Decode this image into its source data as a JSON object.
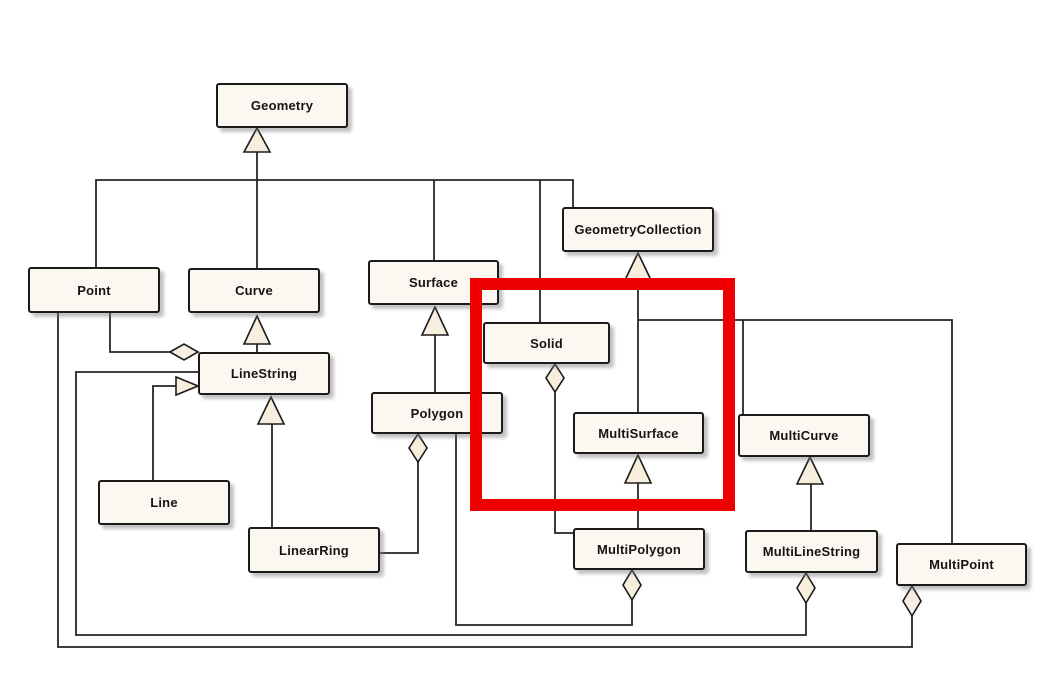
{
  "diagram": {
    "kind": "uml-class-diagram",
    "subject": "Geometry type hierarchy",
    "nodes": {
      "geometry": "Geometry",
      "geometry_collection": "GeometryCollection",
      "point": "Point",
      "curve": "Curve",
      "surface": "Surface",
      "solid": "Solid",
      "linestring": "LineString",
      "polygon": "Polygon",
      "multisurface": "MultiSurface",
      "multicurve": "MultiCurve",
      "line": "Line",
      "linearring": "LinearRing",
      "multipolygon": "MultiPolygon",
      "multilinestring": "MultiLineString",
      "multipoint": "MultiPoint"
    },
    "relations": [
      {
        "from": "Point",
        "to": "Geometry",
        "type": "generalization"
      },
      {
        "from": "Curve",
        "to": "Geometry",
        "type": "generalization"
      },
      {
        "from": "Surface",
        "to": "Geometry",
        "type": "generalization"
      },
      {
        "from": "Solid",
        "to": "Geometry",
        "type": "generalization"
      },
      {
        "from": "GeometryCollection",
        "to": "Geometry",
        "type": "generalization"
      },
      {
        "from": "LineString",
        "to": "Curve",
        "type": "generalization"
      },
      {
        "from": "Line",
        "to": "LineString",
        "type": "generalization"
      },
      {
        "from": "LinearRing",
        "to": "LineString",
        "type": "generalization"
      },
      {
        "from": "Polygon",
        "to": "Surface",
        "type": "generalization"
      },
      {
        "from": "MultiSurface",
        "to": "GeometryCollection",
        "type": "generalization"
      },
      {
        "from": "MultiCurve",
        "to": "GeometryCollection",
        "type": "generalization"
      },
      {
        "from": "MultiPoint",
        "to": "GeometryCollection",
        "type": "generalization"
      },
      {
        "from": "MultiPolygon",
        "to": "MultiSurface",
        "type": "generalization"
      },
      {
        "from": "MultiLineString",
        "to": "MultiCurve",
        "type": "generalization"
      },
      {
        "from": "Point",
        "to": "LineString",
        "type": "aggregation"
      },
      {
        "from": "LinearRing",
        "to": "Polygon",
        "type": "aggregation"
      },
      {
        "from": "MultiPolygon",
        "to": "Solid",
        "type": "aggregation"
      },
      {
        "from": "Polygon",
        "to": "MultiPolygon",
        "type": "aggregation"
      },
      {
        "from": "LineString",
        "to": "MultiLineString",
        "type": "aggregation"
      },
      {
        "from": "Point",
        "to": "MultiPoint",
        "type": "aggregation"
      }
    ],
    "highlight": {
      "shape": "rectangle",
      "color": "#ee0000",
      "enclosed_classes": [
        "Solid",
        "MultiSurface"
      ]
    },
    "colors": {
      "background": "#ffffff",
      "box_fill": "#fcf8f1",
      "box_border": "#1b1b1b",
      "connector": "#262626",
      "marker_fill": "#f8eedd",
      "highlight_red": "#ee0000"
    }
  }
}
